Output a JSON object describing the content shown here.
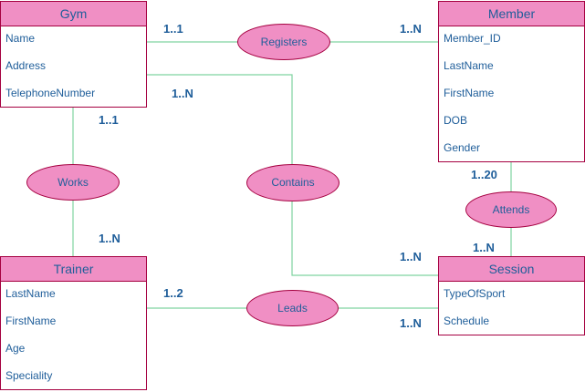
{
  "colors": {
    "entity_header_fill": "#f08fc4",
    "entity_border": "#a50040",
    "text": "#1f5e9a",
    "connector": "#7fd3a0"
  },
  "entities": {
    "gym": {
      "title": "Gym",
      "attributes": [
        "Name",
        "Address",
        "TelephoneNumber"
      ]
    },
    "member": {
      "title": "Member",
      "attributes": [
        "Member_ID",
        "LastName",
        "FirstName",
        "DOB",
        "Gender"
      ]
    },
    "trainer": {
      "title": "Trainer",
      "attributes": [
        "LastName",
        "FirstName",
        "Age",
        "Speciality"
      ]
    },
    "session": {
      "title": "Session",
      "attributes": [
        "TypeOfSport",
        "Schedule"
      ]
    }
  },
  "relationships": {
    "registers": {
      "label": "Registers"
    },
    "works": {
      "label": "Works"
    },
    "contains": {
      "label": "Contains"
    },
    "attends": {
      "label": "Attends"
    },
    "leads": {
      "label": "Leads"
    }
  },
  "cardinalities": {
    "registers_gym": "1..1",
    "registers_member": "1..N",
    "contains_gym": "1..N",
    "works_gym": "1..1",
    "works_trainer": "1..N",
    "attends_member": "1..20",
    "attends_session": "1..N",
    "contains_session": "1..N",
    "leads_trainer": "1..2",
    "leads_session": "1..N"
  }
}
